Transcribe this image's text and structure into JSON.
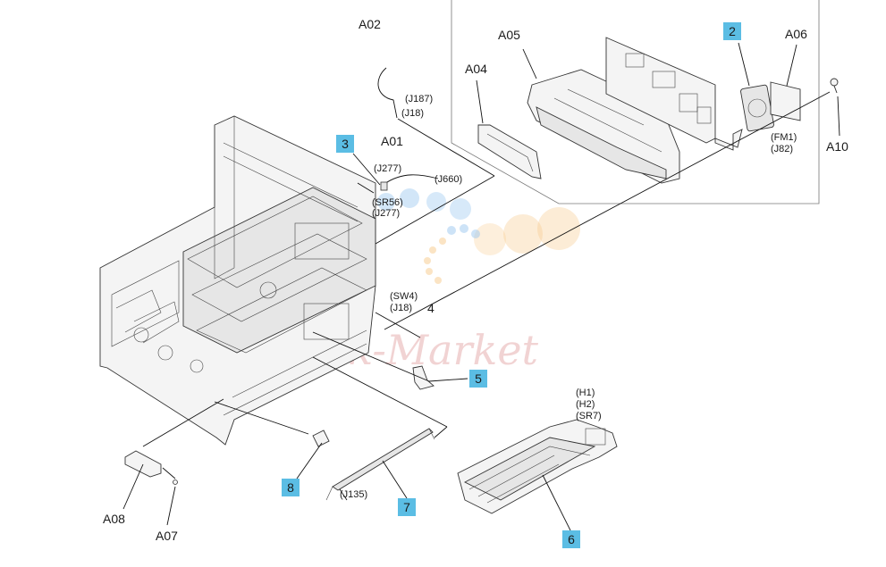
{
  "callouts": {
    "c2": "2",
    "c3": "3",
    "c4": "4",
    "c5": "5",
    "c6": "6",
    "c7": "7",
    "c8": "8"
  },
  "parts": {
    "a01": "A01",
    "a02": "A02",
    "a04": "A04",
    "a05": "A05",
    "a06": "A06",
    "a07": "A07",
    "a08": "A08",
    "a10": "A10"
  },
  "connectors": {
    "j187": "(J187)",
    "j18_top": "(J18)",
    "j277_top": "(J277)",
    "j660": "(J660)",
    "sr56": "(SR56)",
    "j277_bottom": "(J277)",
    "sw4": "(SW4)",
    "j18_mid": "(J18)",
    "fm1": "(FM1)",
    "j82": "(J82)",
    "h1": "(H1)",
    "h2": "(H2)",
    "sr7": "(SR7)",
    "j135": "(J135)"
  },
  "watermark": "ink-Market",
  "colors": {
    "callout_fill": "#5bbde4",
    "watermark_dots": [
      "#f7c98a",
      "#9cc7ef",
      "#f4a9a0"
    ]
  }
}
